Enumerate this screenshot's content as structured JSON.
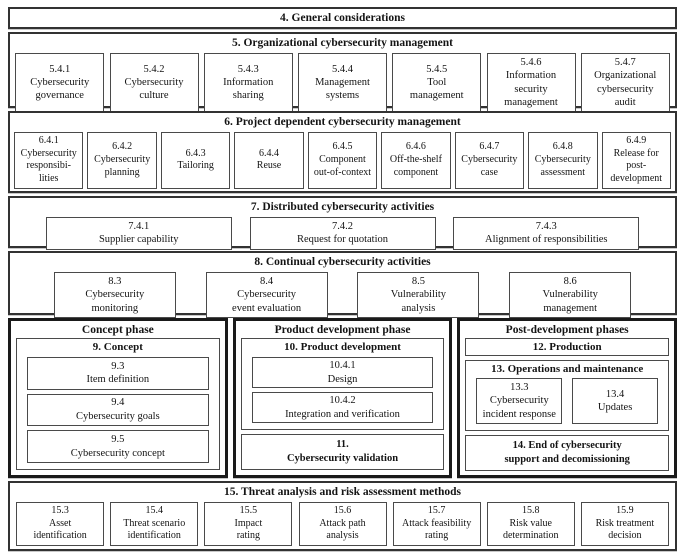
{
  "diagram": {
    "s4": {
      "title": "4. General considerations"
    },
    "s5": {
      "title": "5. Organizational cybersecurity management",
      "boxes": [
        {
          "num": "5.4.1",
          "label": "Cybersecurity\ngovernance"
        },
        {
          "num": "5.4.2",
          "label": "Cybersecurity\nculture"
        },
        {
          "num": "5.4.3",
          "label": "Information\nsharing"
        },
        {
          "num": "5.4.4",
          "label": "Management\nsystems"
        },
        {
          "num": "5.4.5",
          "label": "Tool\nmanagement"
        },
        {
          "num": "5.4.6",
          "label": "Information\nsecurity\nmanagement"
        },
        {
          "num": "5.4.7",
          "label": "Organizational\ncybersecurity\naudit"
        }
      ]
    },
    "s6": {
      "title": "6. Project dependent cybersecurity management",
      "boxes": [
        {
          "num": "6.4.1",
          "label": "Cybersecurity\nresponsibi-\nlities"
        },
        {
          "num": "6.4.2",
          "label": "Cybersecurity\nplanning"
        },
        {
          "num": "6.4.3",
          "label": "Tailoring"
        },
        {
          "num": "6.4.4",
          "label": "Reuse"
        },
        {
          "num": "6.4.5",
          "label": "Component\nout-of-context"
        },
        {
          "num": "6.4.6",
          "label": "Off-the-shelf\ncomponent"
        },
        {
          "num": "6.4.7",
          "label": "Cybersecurity\ncase"
        },
        {
          "num": "6.4.8",
          "label": "Cybersecurity\nassessment"
        },
        {
          "num": "6.4.9",
          "label": "Release for\npost-\ndevelopment"
        }
      ]
    },
    "s7": {
      "title": "7. Distributed cybersecurity activities",
      "boxes": [
        {
          "num": "7.4.1",
          "label": "Supplier capability"
        },
        {
          "num": "7.4.2",
          "label": "Request for quotation"
        },
        {
          "num": "7.4.3",
          "label": "Alignment of responsibilities"
        }
      ]
    },
    "s8": {
      "title": "8. Continual cybersecurity activities",
      "boxes": [
        {
          "num": "8.3",
          "label": "Cybersecurity\nmonitoring"
        },
        {
          "num": "8.4",
          "label": "Cybersecurity\nevent evaluation"
        },
        {
          "num": "8.5",
          "label": "Vulnerability\nanalysis"
        },
        {
          "num": "8.6",
          "label": "Vulnerability\nmanagement"
        }
      ]
    },
    "phases": {
      "concept": {
        "title": "Concept phase",
        "group": {
          "title": "9. Concept",
          "boxes": [
            {
              "num": "9.3",
              "label": "Item definition"
            },
            {
              "num": "9.4",
              "label": "Cybersecurity goals"
            },
            {
              "num": "9.5",
              "label": "Cybersecurity concept"
            }
          ]
        }
      },
      "product": {
        "title": "Product development phase",
        "group": {
          "title": "10. Product development",
          "boxes": [
            {
              "num": "10.4.1",
              "label": "Design"
            },
            {
              "num": "10.4.2",
              "label": "Integration and verification"
            }
          ]
        },
        "validation": {
          "num": "11.",
          "label": "Cybersecurity validation"
        }
      },
      "post": {
        "title": "Post-development phases",
        "production": "12. Production",
        "ops": {
          "title": "13. Operations and maintenance",
          "boxes": [
            {
              "num": "13.3",
              "label": "Cybersecurity\nincident response"
            },
            {
              "num": "13.4",
              "label": "Updates"
            }
          ]
        },
        "end": "14. End of cybersecurity\nsupport and decomissioning"
      }
    },
    "s15": {
      "title": "15. Threat analysis and risk assessment methods",
      "boxes": [
        {
          "num": "15.3",
          "label": "Asset\nidentification"
        },
        {
          "num": "15.4",
          "label": "Threat scenario\nidentification"
        },
        {
          "num": "15.5",
          "label": "Impact\nrating"
        },
        {
          "num": "15.6",
          "label": "Attack path\nanalysis"
        },
        {
          "num": "15.7",
          "label": "Attack feasibility\nrating"
        },
        {
          "num": "15.8",
          "label": "Risk value\ndetermination"
        },
        {
          "num": "15.9",
          "label": "Risk treatment\ndecision"
        }
      ]
    }
  }
}
